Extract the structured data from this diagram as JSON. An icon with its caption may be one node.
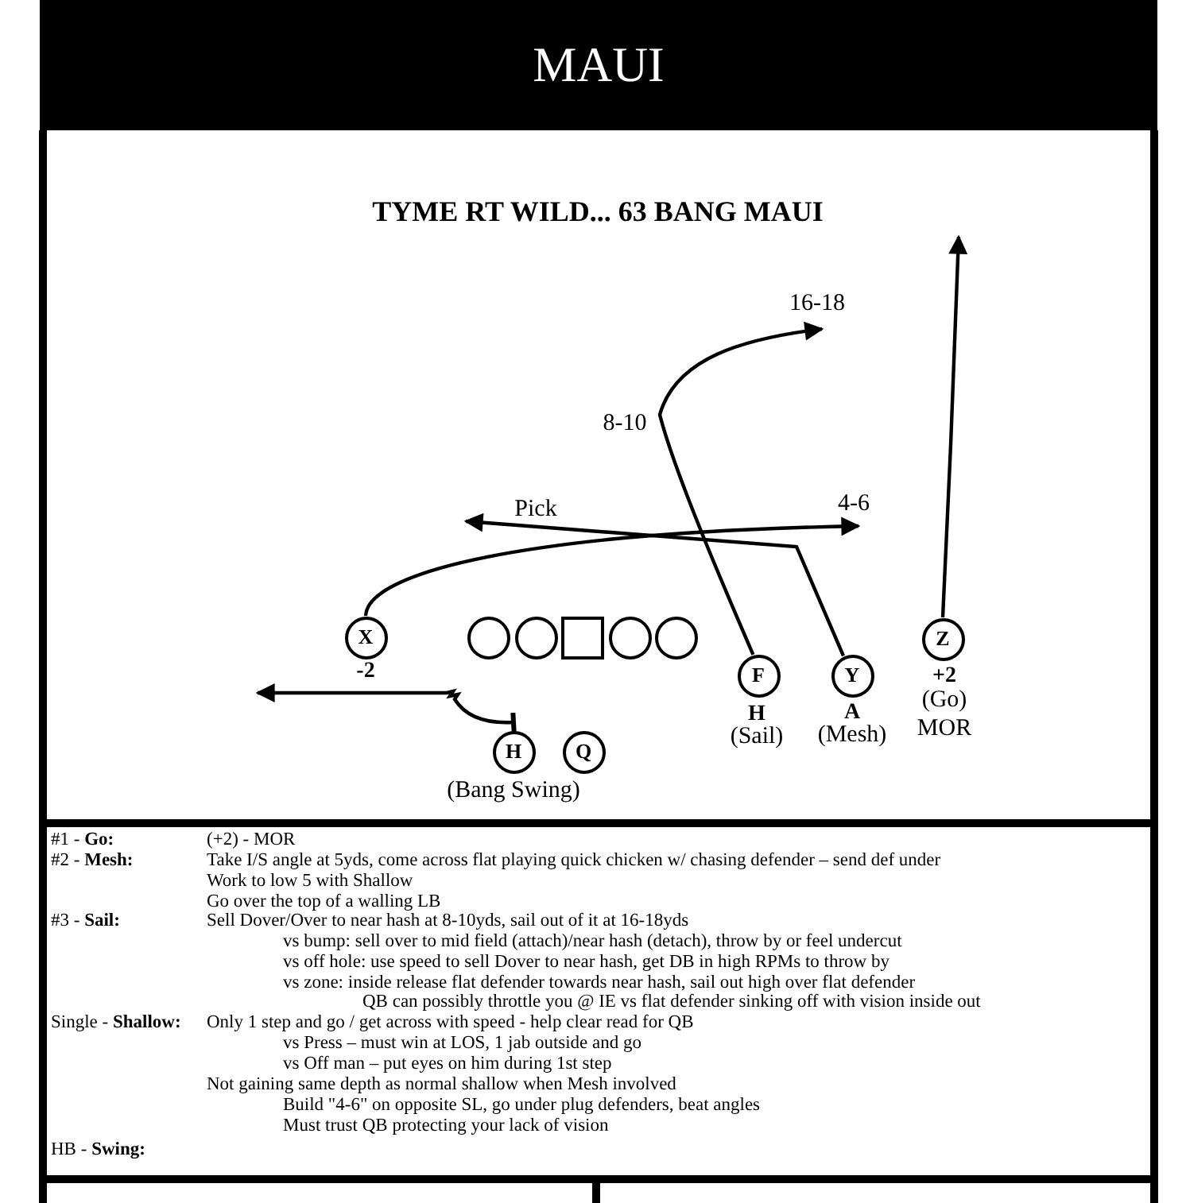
{
  "diagram": {
    "title": "MAUI",
    "nodes": [
      {
        "text": [
          "X"
        ],
        "beside": [
          "-2"
        ]
      },
      {
        "text": [],
        "shape": "circle"
      },
      {
        "text": [],
        "shape": "circle"
      },
      {
        "text": [],
        "shape": "box"
      },
      {
        "text": [],
        "shape": "circle"
      },
      {
        "text": [],
        "shape": "circle"
      },
      {
        "text": [
          "Z"
        ],
        "beside": [
          "+2",
          "(Go)",
          "MOR"
        ]
      },
      {
        "text": [
          "F"
        ],
        "beside": [
          "H",
          "(Sail)"
        ]
      },
      {
        "text": [
          "Y"
        ],
        "beside": [
          "A",
          "(Mesh)"
        ]
      },
      {
        "text": [
          "H"
        ],
        "beside": [
          "(Bang Swing)"
        ]
      },
      {
        "text": [
          "Q"
        ]
      },
      {
        "text": [
          "16-18"
        ]
      },
      {
        "text": [
          "4-6"
        ]
      }
    ],
    "edges": [
      {
        "from": 6,
        "to": null,
        "arrow": "to"
      },
      {
        "from": 7,
        "to": 11,
        "arrow": "to"
      },
      {
        "from": 0,
        "to": 12,
        "arrow": "to"
      },
      {
        "from": 8,
        "to": null,
        "arrow": "to"
      },
      {
        "from": 9,
        "to": null,
        "arrow": "to"
      }
    ],
    "labels": [
      "TYME RT WILD... 63 BANG MAUI",
      "8-10",
      "Pick",
      "#1 - **Go:**",
      "(+2) - MOR",
      "#2 - **Mesh:**",
      "Take I/S angle at 5yds, come across flat playing quick chicken w/ chasing defender – send def under",
      "Work to low 5 with Shallow",
      "Go over the top of a walling LB",
      "#3 - **Sail:**",
      "Sell Dover/Over to near hash at 8-10yds, sail out of it at 16-18yds",
      "vs bump: sell over to mid field (attach)/near hash (detach), throw by or feel undercut",
      "vs off hole: use speed to sell Dover to near hash, get DB in high RPMs to throw by",
      "vs zone: inside release flat defender towards near hash, sail out high over flat defender",
      "QB can possibly throttle you @ IE vs flat defender sinking off with vision inside out",
      "Single - **Shallow:**",
      "Only 1 step and go / get across with speed - help clear read for QB",
      "vs Press – must win at LOS, 1 jab outside and go",
      "vs Off man – put eyes on him during 1st step",
      "Not gaining same depth as normal shallow when Mesh involved",
      "Build \"4-6\" on opposite SL, go under plug defenders, beat angles",
      "Must trust QB protecting your lack of vision",
      "HB - **Swing:**"
    ]
  }
}
